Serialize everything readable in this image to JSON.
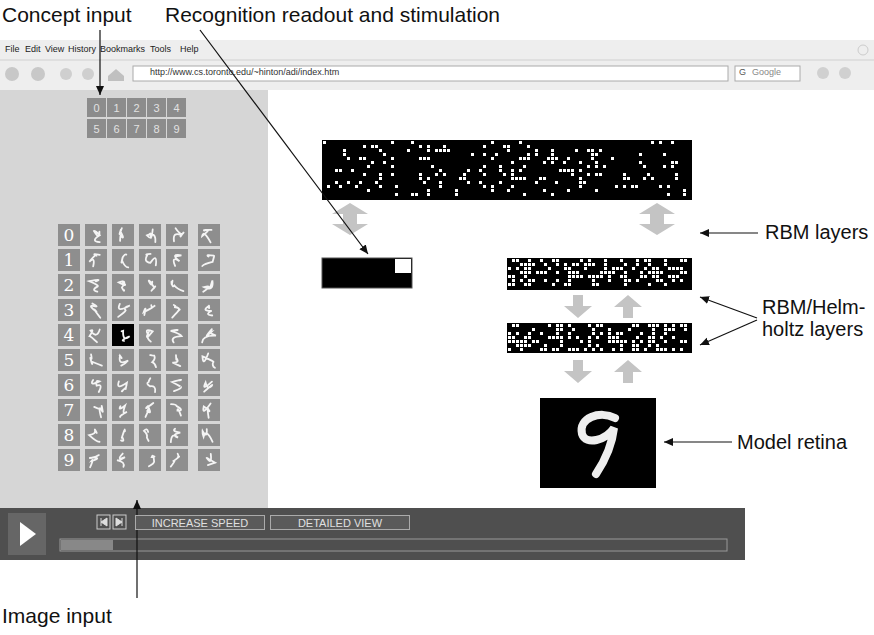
{
  "diagram": {
    "nodes": [
      {
        "text": [
          "0"
        ]
      },
      {
        "text": [
          "1"
        ]
      },
      {
        "text": [
          "2"
        ]
      },
      {
        "text": [
          "3"
        ]
      },
      {
        "text": [
          "4"
        ]
      },
      {
        "text": [
          "5"
        ]
      },
      {
        "text": [
          "6"
        ]
      },
      {
        "text": [
          "7"
        ]
      },
      {
        "text": [
          "8"
        ]
      },
      {
        "text": [
          "9"
        ]
      },
      {
        "text": [
          "INCREASE SPEED"
        ]
      },
      {
        "text": [
          "DETAILED VIEW"
        ]
      }
    ],
    "labels": [
      "Concept input",
      "Recognition readout and stimulation",
      "RBM layers",
      "RBM/Helm- holtz layers",
      "Model retina",
      "Image input",
      "File",
      "Edit",
      "View",
      "History",
      "Bookmarks",
      "Tools",
      "Help",
      "http://www.cs.toronto.edu/~hinton/adi/index.htm",
      "G",
      "Google",
      "0",
      "1",
      "2",
      "3",
      "4",
      "5",
      "6",
      "7",
      "8",
      "9"
    ]
  }
}
